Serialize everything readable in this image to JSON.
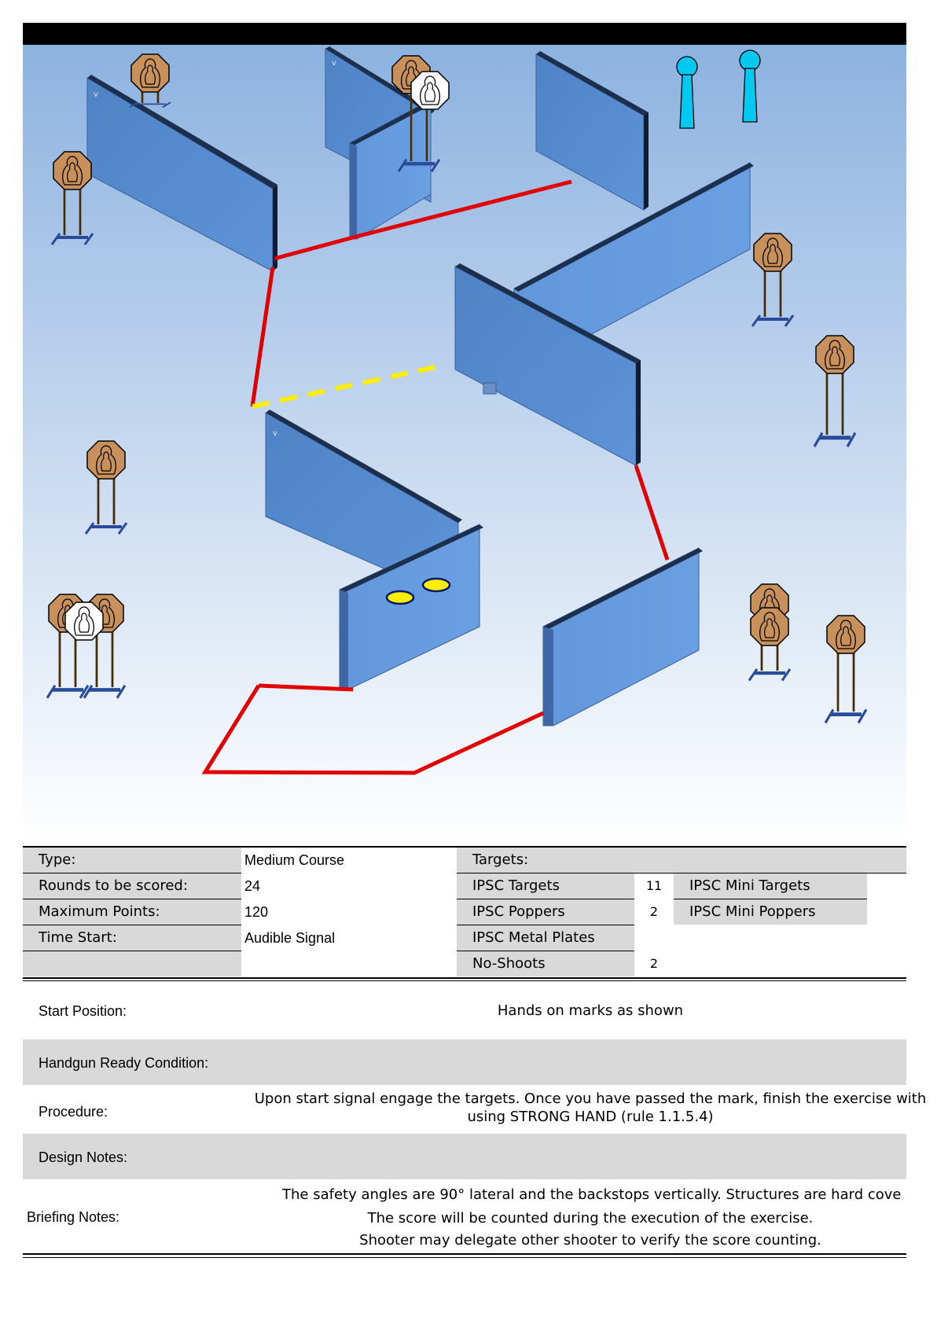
{
  "course": {
    "type_label": "Type:",
    "type_value": "Medium Course",
    "rounds_label": "Rounds to be scored:",
    "rounds_value": "24",
    "maxpoints_label": "Maximum Points:",
    "maxpoints_value": "120",
    "timestart_label": "Time Start:",
    "timestart_value": "Audible Signal"
  },
  "targets": {
    "header": "Targets:",
    "ipsc_targets_label": "IPSC Targets",
    "ipsc_targets_count": "11",
    "ipsc_poppers_label": "IPSC Poppers",
    "ipsc_poppers_count": "2",
    "metal_plates_label": "IPSC Metal Plates",
    "no_shoots_label": "No-Shoots",
    "no_shoots_count": "2",
    "mini_targets_label": "IPSC Mini Targets",
    "mini_poppers_label": "IPSC Mini Poppers"
  },
  "briefing": {
    "start_position_label": "Start Position:",
    "start_position_text": "Hands on marks as shown",
    "ready_condition_label": "Handgun Ready Condition:",
    "procedure_label": "Procedure:",
    "procedure_line1": "Upon start signal engage the targets. Once you have passed the mark, finish the exercise with",
    "procedure_line2": "using STRONG HAND (rule 1.1.5.4)",
    "design_notes_label": "Design Notes:",
    "briefing_notes_label": "Briefing Notes:",
    "briefing_line1": "The safety angles are 90° lateral and the backstops vertically. Structures are hard cove",
    "briefing_line2": "The score will be counted during the execution of the exercise.",
    "briefing_line3": "Shooter may delegate other shooter to verify the score counting."
  },
  "colors": {
    "target_fill": "#c8905a",
    "noshoot_fill": "#ffffff",
    "popper_fill": "#00c8f0",
    "wall_face": "#5b8fd6",
    "path_red": "#e00000",
    "path_yellow": "#ffee00",
    "sky_top": "#8db2e0",
    "sky_bottom": "#ffffff"
  }
}
